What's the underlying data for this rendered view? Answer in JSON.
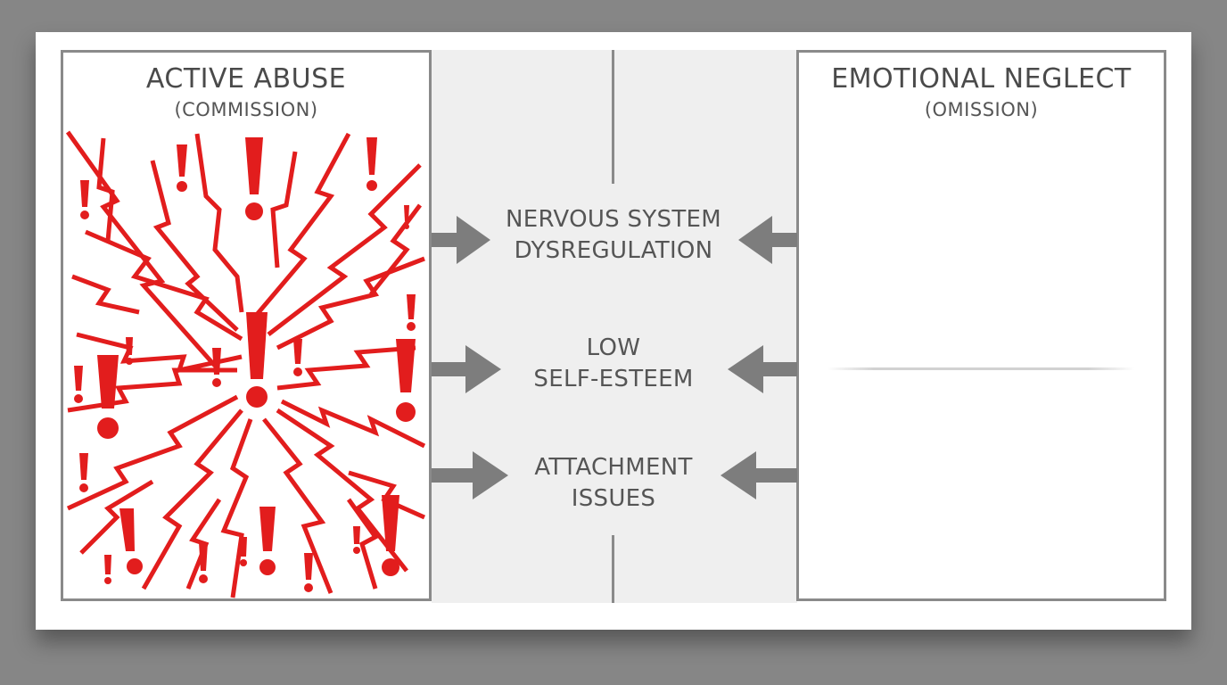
{
  "left_panel": {
    "title": "ACTIVE ABUSE",
    "subtitle": "(COMMISSION)"
  },
  "right_panel": {
    "title": "EMOTIONAL NEGLECT",
    "subtitle": "(OMISSION)"
  },
  "effects": [
    {
      "line1": "NERVOUS SYSTEM",
      "line2": "DYSREGULATION"
    },
    {
      "line1": "LOW",
      "line2": "SELF-ESTEEM"
    },
    {
      "line1": "ATTACHMENT",
      "line2": "ISSUES"
    }
  ],
  "colors": {
    "accent_red": "#e21d1d",
    "border_gray": "#8a8a8a",
    "arrow_gray": "#7d7d7d",
    "text_gray": "#555555",
    "band_gray": "#efefef",
    "background": "#868686"
  },
  "icons": [
    "exclamation-mark",
    "lightning-bolt",
    "arrow-right",
    "arrow-left"
  ]
}
